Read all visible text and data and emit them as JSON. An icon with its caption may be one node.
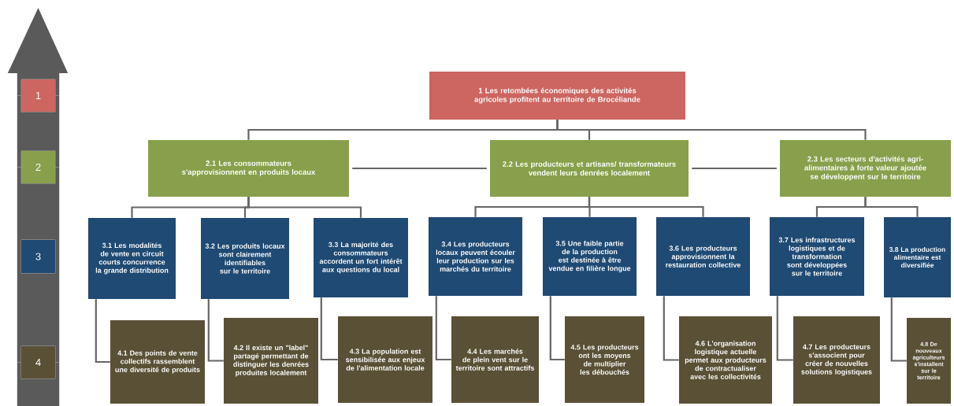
{
  "diagram": {
    "nodes": [
      {
        "text": [
          "1"
        ]
      },
      {
        "text": [
          "2"
        ]
      },
      {
        "text": [
          "3"
        ]
      },
      {
        "text": [
          "4"
        ]
      },
      {
        "text": [
          "1 Les retombées économiques des activités agricoles profitent au territoire de Brocéliande"
        ]
      },
      {
        "text": [
          "2.1 Les consommateurs s'approvisionnent en produits locaux"
        ]
      },
      {
        "text": [
          "2.2 Les producteurs et artisans/ transformateurs vendent leurs denrées localement"
        ]
      },
      {
        "text": [
          "2.3 Les secteurs d'activités agri-alimentaires à forte valeur ajoutée se développent sur le territoire"
        ]
      },
      {
        "text": [
          "3.1 Les modalités de vente en circuit courts concurrence la grande distribution"
        ]
      },
      {
        "text": [
          "3.2 Les produits locaux sont clairement identifiables sur le territoire"
        ]
      },
      {
        "text": [
          "3.3 La majorité des consommateurs accordent un fort intérêt aux questions du local"
        ]
      },
      {
        "text": [
          "3.4 Les producteurs locaux peuvent écouler leur production sur les marchés du territoire"
        ]
      },
      {
        "text": [
          "3.5 Une faible partie de la production est destinée à être vendue en filière longue"
        ]
      },
      {
        "text": [
          "3.6 Les producteurs approvisionnent la restauration collective"
        ]
      },
      {
        "text": [
          "3.7 Les infrastructures logistiques et de transformation sont développées sur le territoire"
        ]
      },
      {
        "text": [
          "3.8 La production alimentaire est diversifiée"
        ]
      },
      {
        "text": [
          "4.1 Des points de vente collectifs rassemblent une diversité de produits"
        ]
      },
      {
        "text": [
          "4.2 Il existe un \"label\" partagé permettant de distinguer les denrées produites localement"
        ]
      },
      {
        "text": [
          "4.3 La population est sensibilisée aux enjeux de l'alimentation locale"
        ]
      },
      {
        "text": [
          "4.4 Les marchés de plein vent sur le territoire sont attractifs"
        ]
      },
      {
        "text": [
          "4.5 Les producteurs ont les moyens de multiplier les débouchés"
        ]
      },
      {
        "text": [
          "4.6 L'organisation logistique actuelle permet aux producteurs de contractualiser avec les collectivités"
        ]
      },
      {
        "text": [
          "4.7 Les producteurs s'associent pour créer de nouvelles solutions logistiques"
        ]
      },
      {
        "text": [
          "4.8 De nouveaux agriculteurs s'installent sur le territoire"
        ]
      }
    ],
    "edges": [
      {
        "from": null,
        "to": 3,
        "arrow": "none",
        "style": "thick"
      },
      {
        "from": 3,
        "to": 2,
        "arrow": "none",
        "style": "thick"
      },
      {
        "from": 2,
        "to": 1,
        "arrow": "none",
        "style": "thick"
      },
      {
        "from": 1,
        "to": 0,
        "arrow": "none",
        "style": "thick"
      },
      {
        "from": 0,
        "to": null,
        "arrow": "to",
        "style": "thick"
      },
      {
        "from": 4,
        "to": 5,
        "arrow": "none"
      },
      {
        "from": 4,
        "to": 6,
        "arrow": "none"
      },
      {
        "from": 4,
        "to": 7,
        "arrow": "none"
      },
      {
        "from": 5,
        "to": 6,
        "arrow": "none"
      },
      {
        "from": 6,
        "to": 7,
        "arrow": "none"
      },
      {
        "from": 5,
        "to": 8,
        "arrow": "none"
      },
      {
        "from": 5,
        "to": 9,
        "arrow": "none"
      },
      {
        "from": 5,
        "to": 10,
        "arrow": "none"
      },
      {
        "from": 6,
        "to": 11,
        "arrow": "none"
      },
      {
        "from": 6,
        "to": 12,
        "arrow": "none"
      },
      {
        "from": 6,
        "to": 13,
        "arrow": "none"
      },
      {
        "from": 7,
        "to": 14,
        "arrow": "none"
      },
      {
        "from": 7,
        "to": 15,
        "arrow": "none"
      },
      {
        "from": 8,
        "to": 16,
        "arrow": "none"
      },
      {
        "from": 9,
        "to": 17,
        "arrow": "none"
      },
      {
        "from": 10,
        "to": 18,
        "arrow": "none"
      },
      {
        "from": 11,
        "to": 19,
        "arrow": "none"
      },
      {
        "from": 12,
        "to": 20,
        "arrow": "none"
      },
      {
        "from": 13,
        "to": 21,
        "arrow": "none"
      },
      {
        "from": 14,
        "to": 22,
        "arrow": "none"
      },
      {
        "from": 15,
        "to": 23,
        "arrow": "none"
      }
    ]
  }
}
